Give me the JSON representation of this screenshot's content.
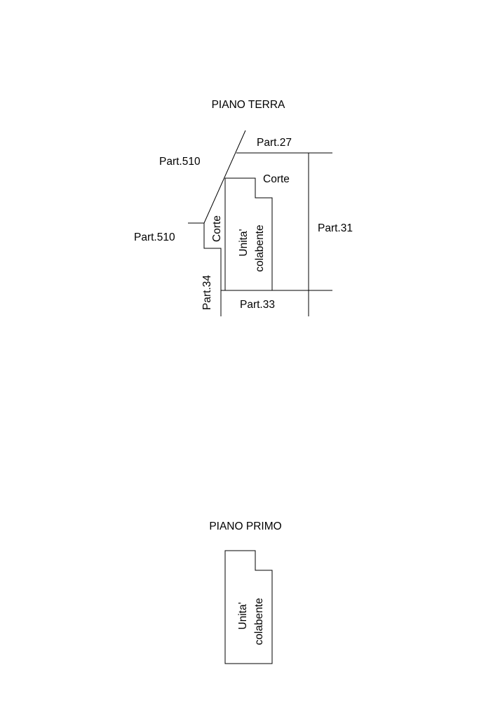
{
  "ground_floor": {
    "title": "PIANO TERRA",
    "labels": {
      "part_27": "Part.27",
      "part_510_top": "Part.510",
      "corte_top": "Corte",
      "part_510_left": "Part.510",
      "corte_left": "Corte",
      "unit_line1": "Unita'",
      "unit_line2": "colabente",
      "part_31": "Part.31",
      "part_34": "Part.34",
      "part_33": "Part.33"
    }
  },
  "first_floor": {
    "title": "PIANO PRIMO",
    "labels": {
      "unit_line1": "Unita'",
      "unit_line2": "colabente"
    }
  }
}
